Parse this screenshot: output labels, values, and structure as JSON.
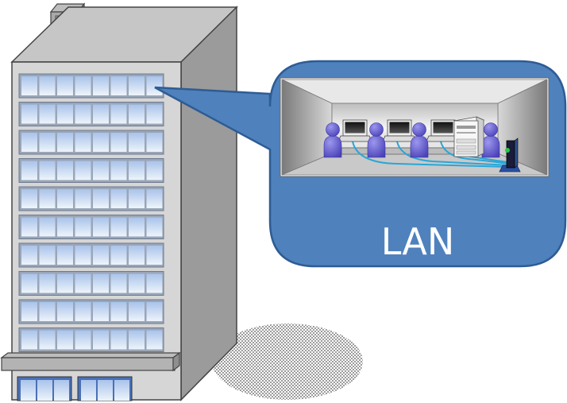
{
  "callout": {
    "label": "LAN"
  },
  "office": {
    "people": 4,
    "computers": 3
  },
  "colors": {
    "callout_fill": "#4f81bd",
    "callout_stroke": "#2e5c94",
    "building_front": "#d3d3d3",
    "building_side": "#9a9a9a",
    "building_roof": "#c3c3c3",
    "window": "#c7d8f0",
    "person": "#5b54c8",
    "cable": "#2aa6d6",
    "router_led": "#22cc44"
  }
}
